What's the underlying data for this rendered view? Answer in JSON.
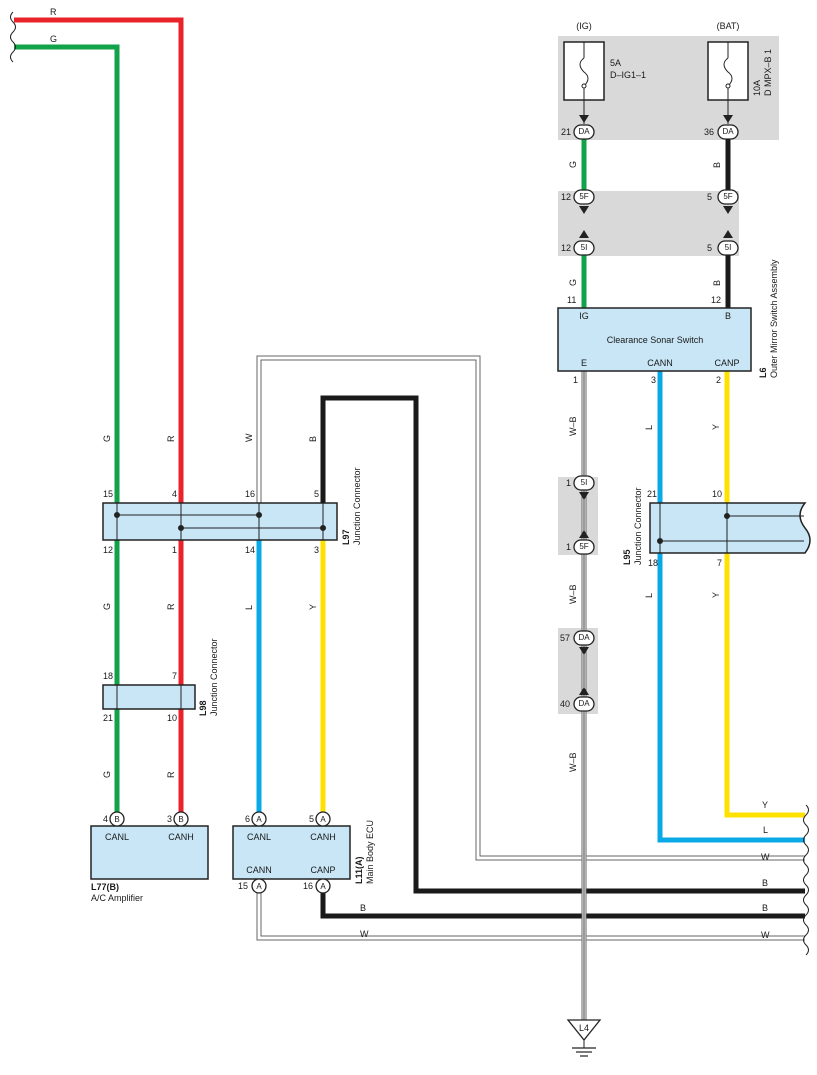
{
  "colors": {
    "red": "#e8232a",
    "green": "#11a24a",
    "blue": "#08a9e6",
    "yellow": "#ffe100",
    "black": "#1a1a1a",
    "white_wire": "#ffffff",
    "component_fill": "#c8e6f5",
    "connector_shade": "#d9d9d9"
  },
  "power": {
    "ig_label": "(IG)",
    "bat_label": "(BAT)",
    "fuse1_rating": "5A",
    "fuse1_name": "D–IG1–1",
    "fuse2_rating": "10A",
    "fuse2_name": "D MPX–B 1"
  },
  "connectors": {
    "da": "DA",
    "f5": "5F",
    "i5": "5I",
    "a": "A",
    "b": "B"
  },
  "pins": {
    "p21": "21",
    "p36": "36",
    "p12": "12",
    "p5": "5",
    "p11": "11",
    "p1": "1",
    "p3": "3",
    "p2": "2",
    "p15": "15",
    "p4": "4",
    "p16": "16",
    "p14": "14",
    "p18": "18",
    "p7": "7",
    "p10": "10",
    "p57": "57",
    "p40": "40",
    "p6": "6"
  },
  "wire_colors": {
    "r": "R",
    "g": "G",
    "w": "W",
    "b": "B",
    "l": "L",
    "y": "Y",
    "wb": "W–B"
  },
  "components": {
    "sonar_switch": {
      "name": "Clearance Sonar Switch",
      "pin_ig": "IG",
      "pin_b": "B",
      "pin_e": "E",
      "pin_cann": "CANN",
      "pin_canp": "CANP",
      "code": "L6",
      "desc": "Outer Mirror Switch Assembly"
    },
    "l97": {
      "code": "L97",
      "desc": "Junction Connector"
    },
    "l98": {
      "code": "L98",
      "desc": "Junction Connector"
    },
    "l95": {
      "code": "L95",
      "desc": "Junction Connector"
    },
    "ac_amp": {
      "code": "L77(B)",
      "desc": "A/C Amplifier",
      "pin_canl": "CANL",
      "pin_canh": "CANH"
    },
    "body_ecu": {
      "code": "L11(A)",
      "desc": "Main Body ECU",
      "pin_canl": "CANL",
      "pin_canh": "CANH",
      "pin_cann": "CANN",
      "pin_canp": "CANP"
    },
    "ground": "L4"
  }
}
